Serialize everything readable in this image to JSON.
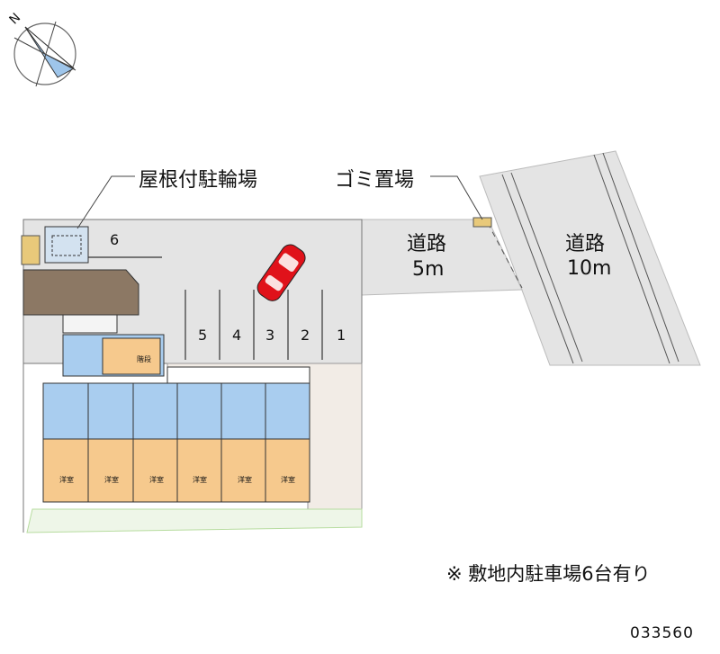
{
  "compass": {
    "label": "N"
  },
  "callouts": {
    "bicycle_parking": "屋根付駐輪場",
    "garbage_area": "ゴミ置場"
  },
  "roads": [
    {
      "name": "道路",
      "width": "5m"
    },
    {
      "name": "道路",
      "width": "10m"
    }
  ],
  "parking_spaces": [
    "6",
    "5",
    "4",
    "3",
    "2",
    "1"
  ],
  "rooms": {
    "kitchen_label": "洋室",
    "entrance_label": "階段"
  },
  "note": "※ 敷地内駐車場6台有り",
  "reference_number": "033560",
  "colors": {
    "lot": "#e4e4e4",
    "road": "#e4e4e4",
    "yard": "#f2ece6",
    "roof": "#8c7864",
    "unit_blue": "#a9cdef",
    "unit_orange": "#f6c98d",
    "car": "#e0121a",
    "grass": "#b7dc9f"
  }
}
